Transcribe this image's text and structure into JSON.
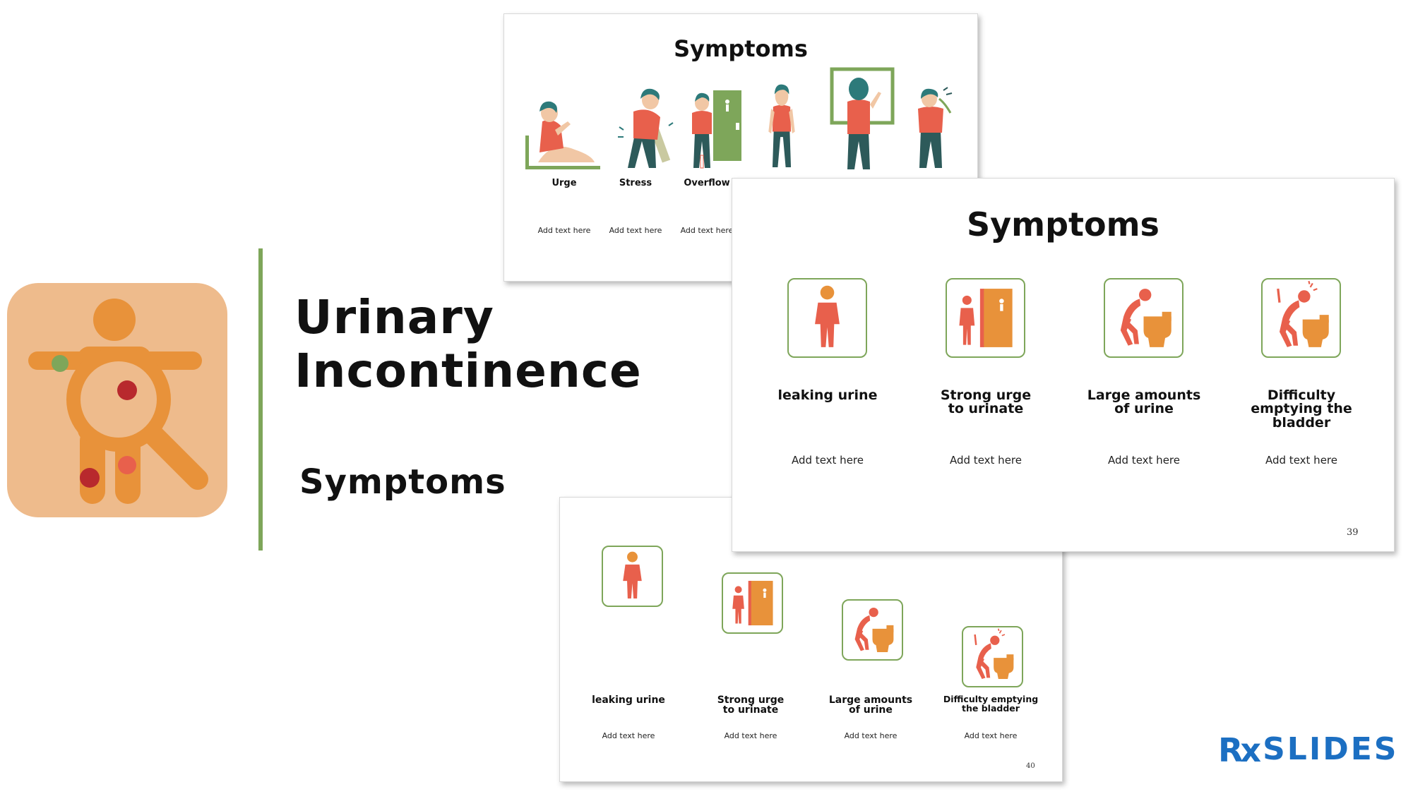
{
  "title": {
    "line1": "Urinary",
    "line2": "Incontinence"
  },
  "subtitle": "Symptoms",
  "colors": {
    "accent_green": "#7ea65a",
    "icon_red": "#e8604c",
    "icon_orange": "#e8923a",
    "logo_bg": "#eebb8c",
    "brand_blue": "#1c6fc2"
  },
  "logo_icon": "body-magnifier-icon",
  "slide_top": {
    "title": "Symptoms",
    "items": [
      {
        "label": "Urge",
        "text": "Add text here",
        "icon": "woman-urge-illustration"
      },
      {
        "label": "Stress",
        "text": "Add text here",
        "icon": "woman-stress-illustration"
      },
      {
        "label": "Overflow",
        "text": "Add text here",
        "icon": "woman-overflow-illustration"
      },
      {
        "icon": "woman-standing-illustration"
      },
      {
        "icon": "woman-mirror-illustration"
      },
      {
        "icon": "woman-sneeze-illustration"
      }
    ]
  },
  "slide_right": {
    "title": "Symptoms",
    "items": [
      {
        "label": "leaking urine",
        "text": "Add text here",
        "icon": "person-leaking-icon"
      },
      {
        "label": "Strong urge\nto urinate",
        "text": "Add text here",
        "icon": "person-door-icon"
      },
      {
        "label": "Large amounts\nof urine",
        "text": "Add text here",
        "icon": "person-toilet-icon"
      },
      {
        "label": "Difficulty\nemptying the\nbladder",
        "text": "Add text here",
        "icon": "person-strain-toilet-icon"
      }
    ],
    "page": "39"
  },
  "slide_bottom": {
    "items": [
      {
        "label": "leaking urine",
        "text": "Add text here",
        "icon": "person-leaking-icon"
      },
      {
        "label": "Strong urge\nto urinate",
        "text": "Add text here",
        "icon": "person-door-icon"
      },
      {
        "label": "Large amounts\nof urine",
        "text": "Add text here",
        "icon": "person-toilet-icon"
      },
      {
        "label": "Difficulty emptying\nthe bladder",
        "text": "Add text here",
        "icon": "person-strain-toilet-icon"
      }
    ],
    "page": "40"
  },
  "brand": {
    "rx": "Rx",
    "name": "SLIDES"
  }
}
